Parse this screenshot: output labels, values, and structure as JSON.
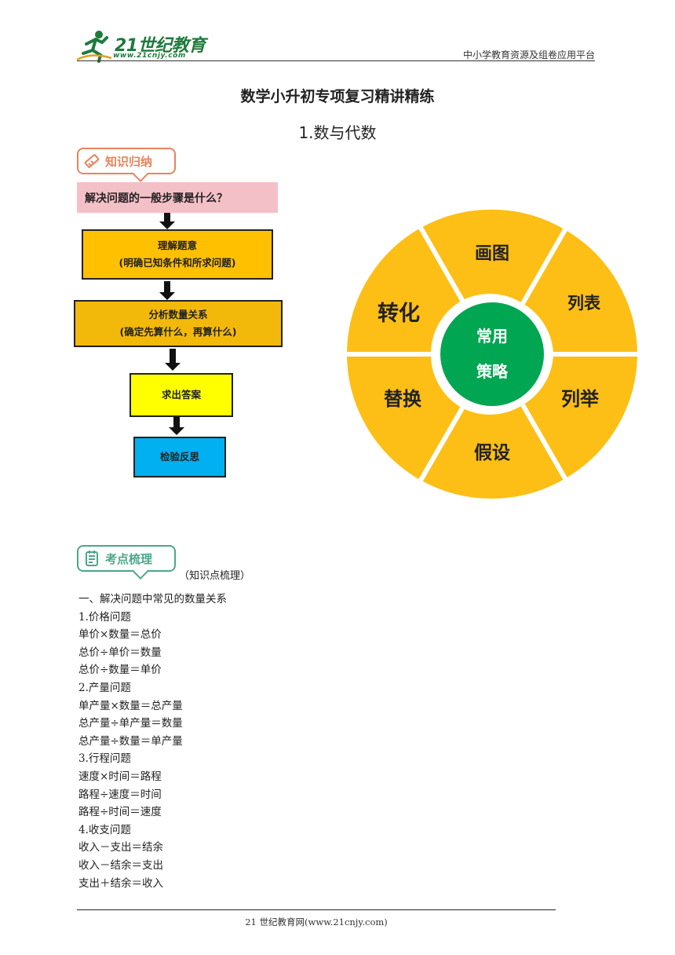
{
  "header": {
    "logo_text": "21世纪教育",
    "logo_url_text": "www.21cnjy.com",
    "tagline": "中小学教育资源及组卷应用平台"
  },
  "title": "数学小升初专项复习精讲精练",
  "subtitle": "1.数与代数",
  "knowledge_section": {
    "tag_label": "知识归纳",
    "question": "解决问题的一般步骤是什么？",
    "steps": [
      {
        "line1": "理解题意",
        "line2": "(明确已知条件和所求问题)"
      },
      {
        "line1": "分析数量关系",
        "line2": "(确定先算什么，再算什么)"
      },
      {
        "line1": "求出答案"
      },
      {
        "line1": "检验反思"
      }
    ]
  },
  "strategy_wheel": {
    "center_line1": "常用",
    "center_line2": "策略",
    "segments": [
      "画图",
      "列表",
      "列举",
      "假设",
      "替换",
      "转化"
    ],
    "colors": {
      "segment": "#fdbf15",
      "center": "#00a651",
      "ring": "#ffffff"
    }
  },
  "points_section": {
    "tag_label": "考点梳理",
    "note": "（知识点梳理）",
    "lines": [
      "一、解决问题中常见的数量关系",
      "1.价格问题",
      "单价×数量＝总价",
      "总价÷单价＝数量",
      "总价÷数量＝单价",
      "2.产量问题",
      "单产量×数量＝总产量",
      "总产量÷单产量＝数量",
      "总产量÷数量＝单产量",
      "3.行程问题",
      "速度×时间＝路程",
      "路程÷速度＝时间",
      "路程÷时间＝速度",
      "4.收支问题",
      "收入－支出＝结余",
      "收入－结余＝支出",
      "支出＋结余＝收入"
    ]
  },
  "footer": {
    "text": "21 世纪教育网(www.21cnjy.com)"
  }
}
